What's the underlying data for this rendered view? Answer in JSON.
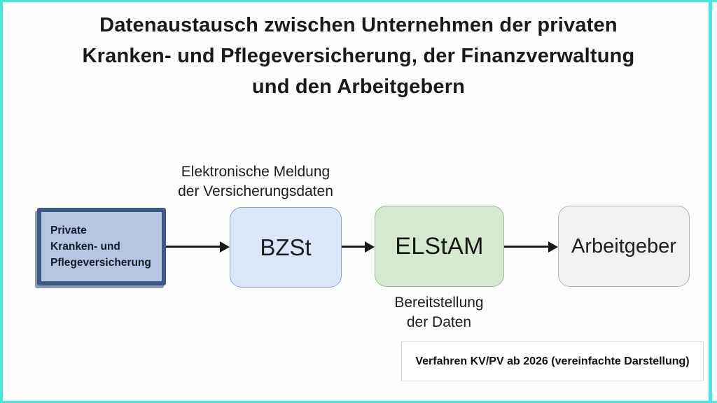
{
  "page": {
    "title": "Datenaustausch zwischen Unternehmen der privaten\nKranken- und Pflegeversicherung, der Finanzverwaltung\nund den Arbeitgebern"
  },
  "diagram": {
    "flow_labels": {
      "top": "Elektronische Meldung\nder Versicherungsdaten",
      "bottom": "Bereitstellung\nder Daten"
    },
    "nodes": {
      "pkv": {
        "label": "Private\nKranken- und\nPflegeversicherung",
        "fill": "#b7c6e0",
        "border": "#3d5a87"
      },
      "bzst": {
        "label": "BZSt",
        "fill": "#dbe6f9",
        "border": "#8ba3c9"
      },
      "elstam": {
        "label": "ELStAM",
        "fill": "#d5e9d1",
        "border": "#9cbc9a"
      },
      "arbeitgeber": {
        "label": "Arbeitgeber",
        "fill": "#f1f1f0",
        "border": "#b3b3b3"
      }
    },
    "arrows": [
      {
        "from": "pkv",
        "to": "bzst"
      },
      {
        "from": "bzst",
        "to": "elstam"
      },
      {
        "from": "elstam",
        "to": "arbeitgeber"
      }
    ],
    "caption": "Verfahren KV/PV ab 2026 (vereinfachte Darstellung)"
  },
  "colors": {
    "frame_border": "#46e9dc",
    "background": "#fdfdfd",
    "arrow": "#1a1a1a",
    "title_text": "#1a1a1a"
  }
}
